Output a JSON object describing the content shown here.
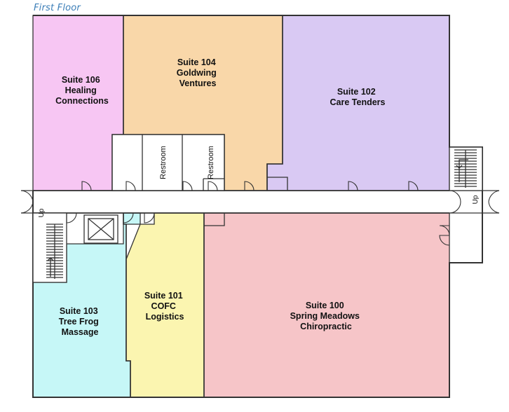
{
  "floor_title": "First Floor",
  "suites": [
    {
      "id": "106",
      "lines": [
        "Suite 106",
        "Healing",
        "Connections"
      ],
      "color": "#f7c6f3"
    },
    {
      "id": "104",
      "lines": [
        "Suite 104",
        "Goldwing",
        "Ventures"
      ],
      "color": "#f9d7a9"
    },
    {
      "id": "102",
      "lines": [
        "Suite 102",
        "Care Tenders"
      ],
      "color": "#d9c9f3"
    },
    {
      "id": "103",
      "lines": [
        "Suite 103",
        "Tree Frog",
        "Massage"
      ],
      "color": "#c6f7f7"
    },
    {
      "id": "101",
      "lines": [
        "Suite 101",
        "COFC",
        "Logistics"
      ],
      "color": "#fbf5b0"
    },
    {
      "id": "100",
      "lines": [
        "Suite 100",
        "Spring Meadows",
        "Chiropractic"
      ],
      "color": "#f6c5c8"
    }
  ],
  "restroom_label": "Restroom",
  "stair_label": "Up"
}
